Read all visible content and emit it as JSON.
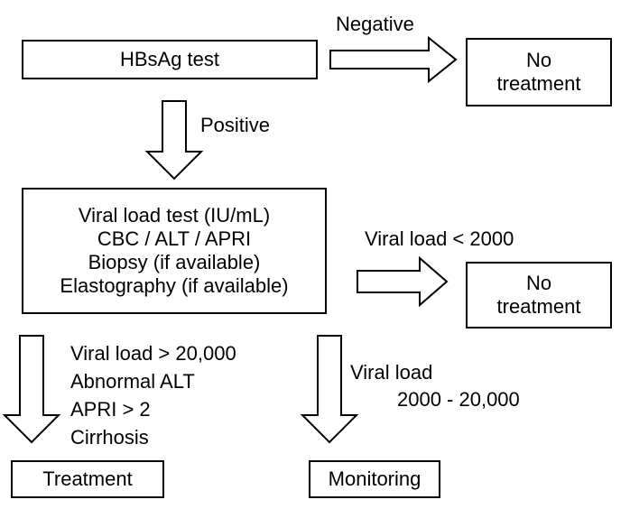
{
  "nodes": {
    "hbsag_test": "HBsAg test",
    "no_treatment_1": [
      "No",
      "treatment"
    ],
    "workup": [
      "Viral load test (IU/mL)",
      "CBC / ALT / APRI",
      "Biopsy (if available)",
      "Elastography (if available)"
    ],
    "no_treatment_2": [
      "No",
      "treatment"
    ],
    "treatment": "Treatment",
    "monitoring": "Monitoring"
  },
  "edges": {
    "negative": "Negative",
    "positive": "Positive",
    "viral_load_low": "Viral load < 2000",
    "treat_criteria": [
      "Viral load > 20,000",
      "Abnormal ALT",
      "APRI > 2",
      "Cirrhosis"
    ],
    "monitor_criteria": [
      "Viral load",
      "2000 - 20,000"
    ]
  }
}
